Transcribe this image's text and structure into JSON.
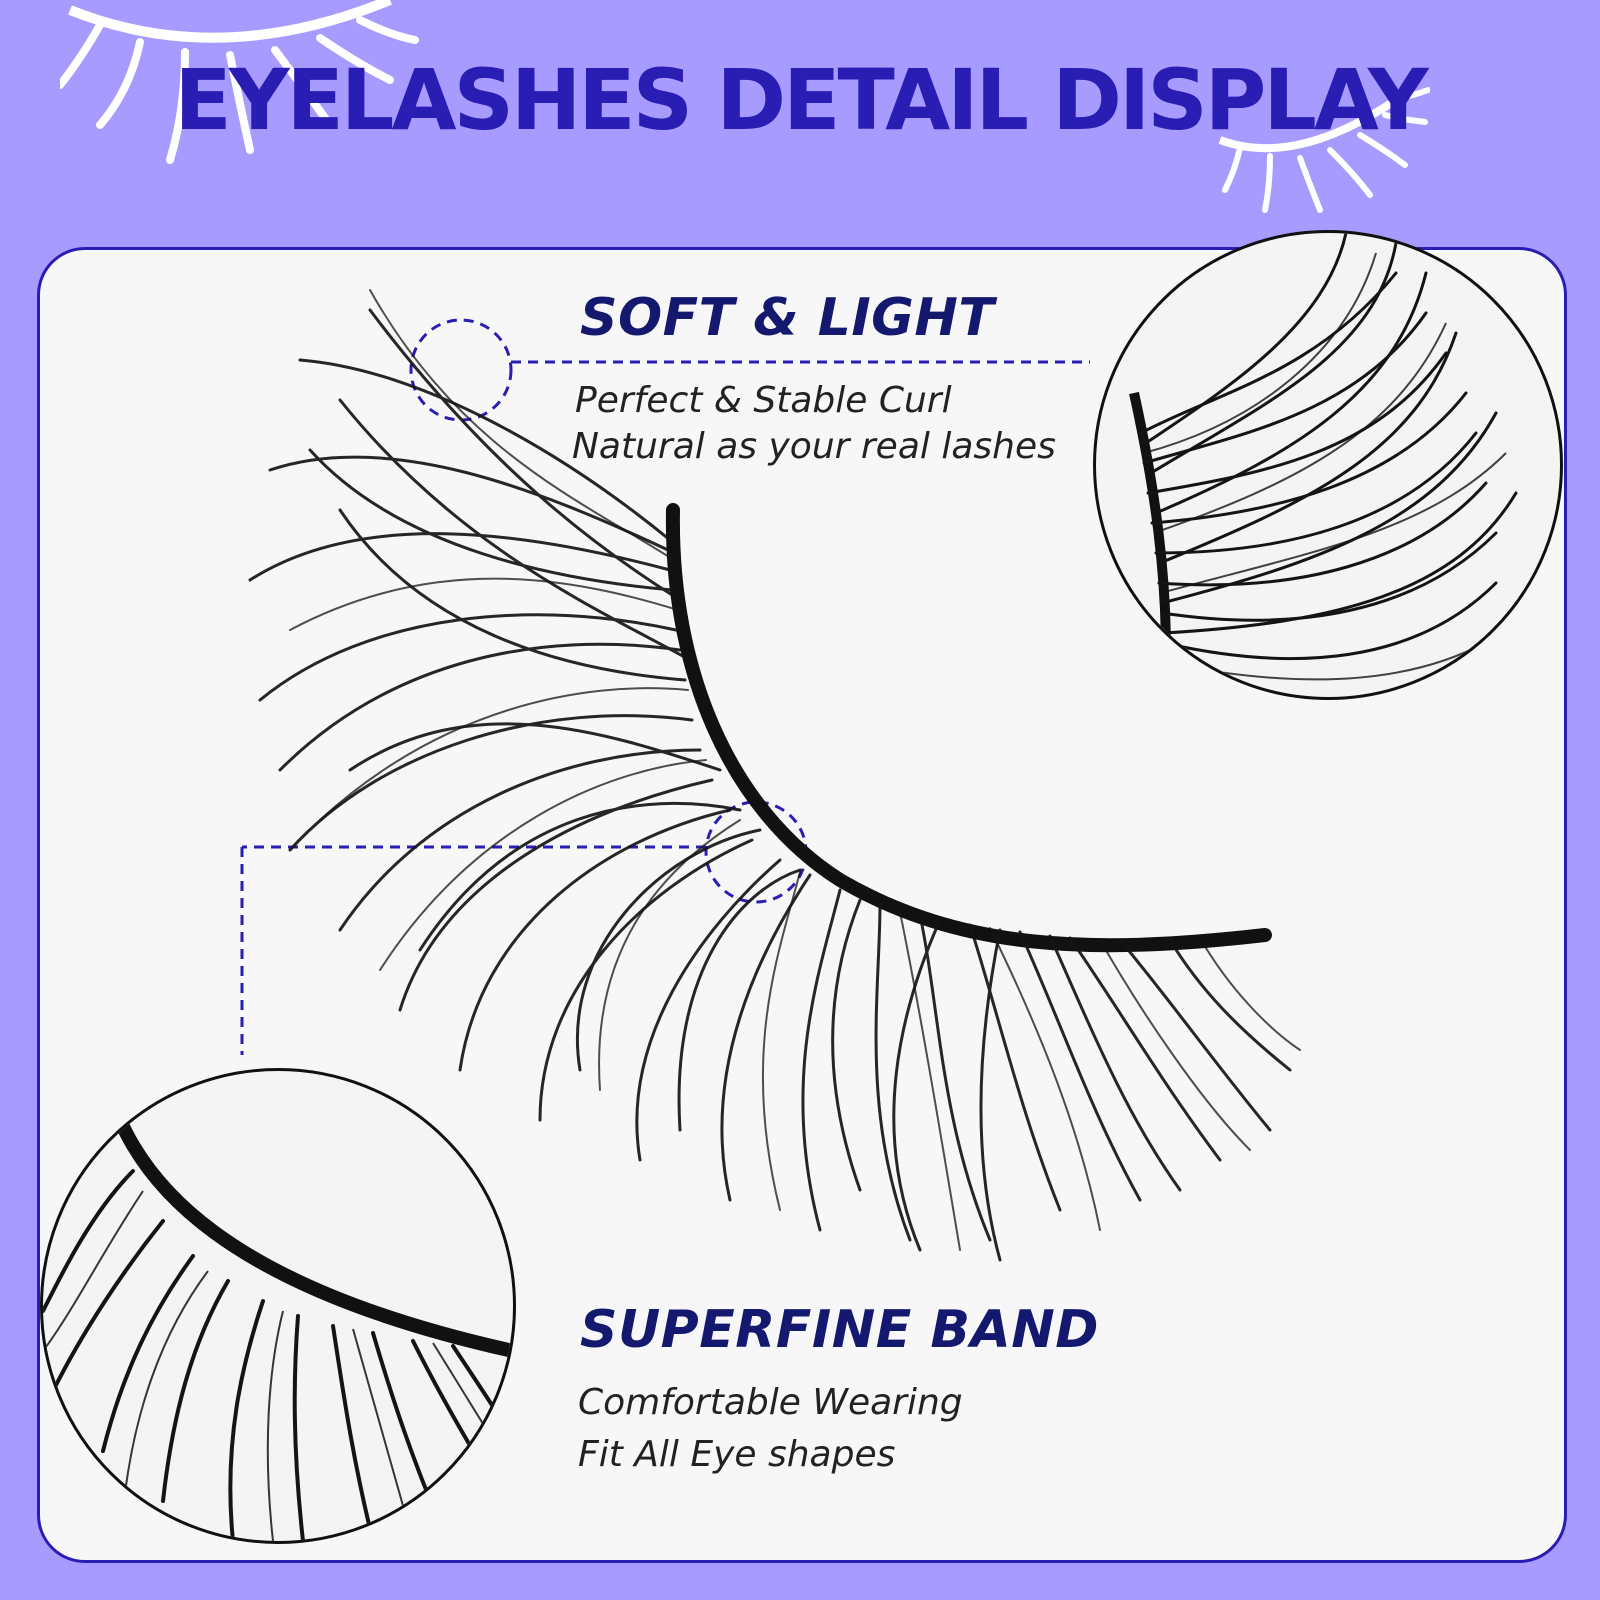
{
  "header": {
    "title": "EYELASHES DETAIL DISPLAY"
  },
  "features": [
    {
      "heading": "SOFT & LIGHT",
      "lines": [
        "Perfect & Stable Curl",
        "Natural as your real lashes"
      ]
    },
    {
      "heading": "SUPERFINE BAND",
      "lines": [
        "Comfortable Wearing",
        "Fit All Eye shapes"
      ]
    }
  ],
  "colors": {
    "background": "#a79bff",
    "title": "#2a1db4",
    "heading": "#14186e",
    "callout_line": "#2a1db4",
    "panel": "#f7f7f7"
  },
  "icons": [
    "eyelash-decoration-icon",
    "callout-circle-icon"
  ]
}
